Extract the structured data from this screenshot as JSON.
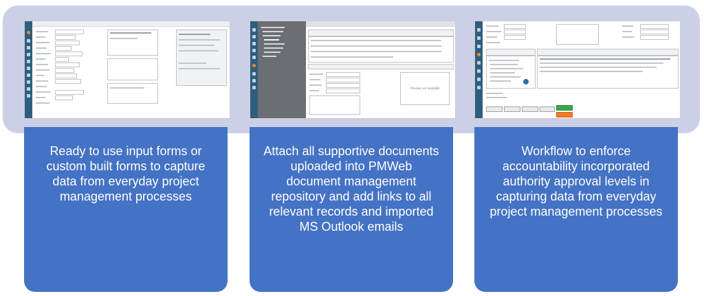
{
  "cards": [
    {
      "caption": "Ready to use input forms or custom built forms to capture data from everyday project management processes"
    },
    {
      "caption": "Attach all supportive documents uploaded into PMWeb document management repository and add links to all relevant records and imported MS Outlook emails"
    },
    {
      "caption": "Workflow to enforce accountability incorporated authority approval levels in capturing data from everyday project management processes"
    }
  ],
  "screenshot2": {
    "preview_text": "Preview not available"
  },
  "colors": {
    "band": "#ccd0e6",
    "card": "#4472c4",
    "sidebar": "#2e5e7e",
    "accent_orange": "#f08a24",
    "approve_green": "#3aa847"
  }
}
